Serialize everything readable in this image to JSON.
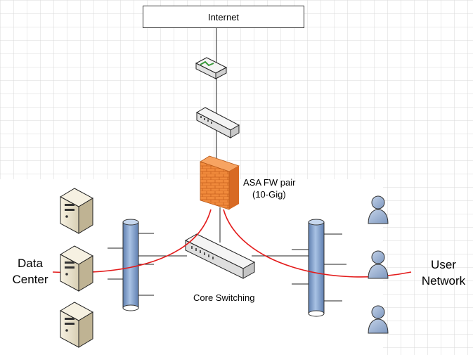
{
  "internet_label": "Internet",
  "firewall_label_line1": "ASA FW pair",
  "firewall_label_line2": "(10-Gig)",
  "core_label": "Core Switching",
  "data_center_line1": "Data",
  "data_center_line2": "Center",
  "user_network_line1": "User",
  "user_network_line2": "Network",
  "colors": {
    "grid": "#d9d9d9",
    "red_link": "#e31b1b",
    "firewall": "#f07f33",
    "bus": "#8faed6",
    "person": "#9cb3d4"
  }
}
